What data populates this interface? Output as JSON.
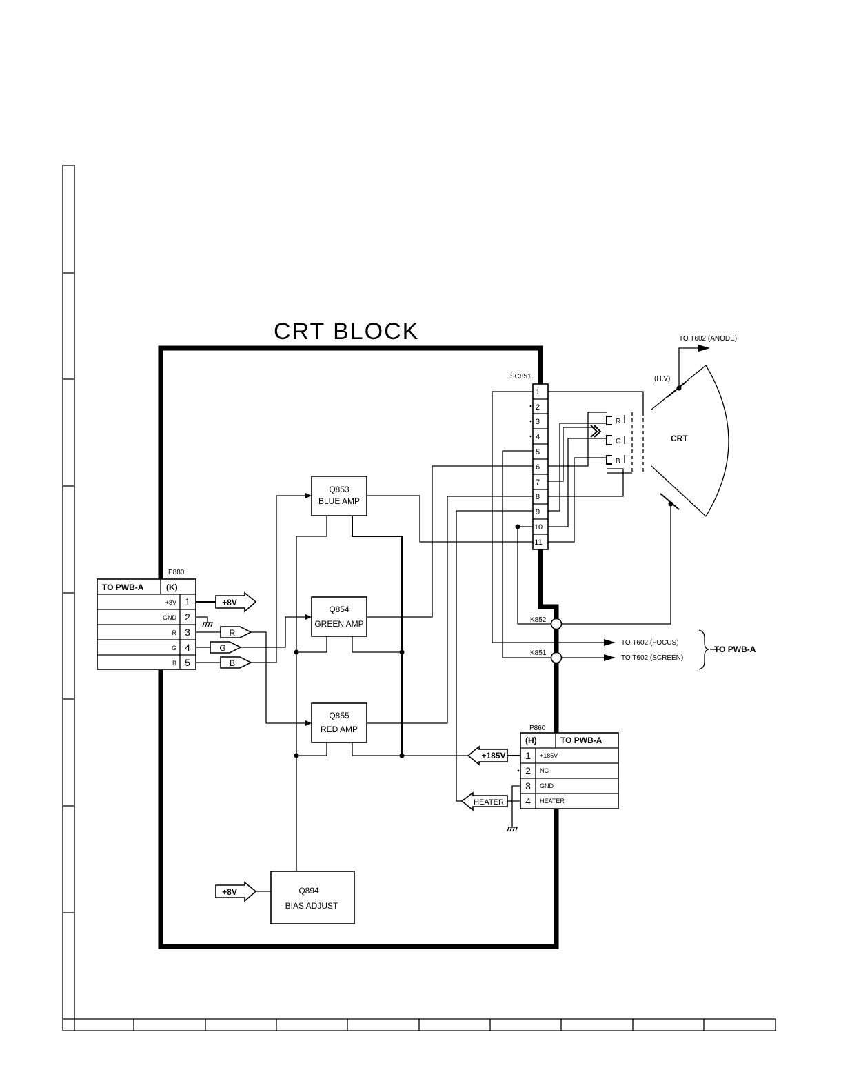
{
  "title": "CRT BLOCK",
  "blocks": {
    "q853": {
      "ref": "Q853",
      "name": "BLUE AMP"
    },
    "q854": {
      "ref": "Q854",
      "name": "GREEN AMP"
    },
    "q855": {
      "ref": "Q855",
      "name": "RED AMP"
    },
    "q894": {
      "ref": "Q894",
      "name": "BIAS ADJUST"
    }
  },
  "p880": {
    "ref": "P880",
    "header_left": "TO PWB-A",
    "header_right": "(K)",
    "pins": [
      {
        "num": "1",
        "label": "+8V"
      },
      {
        "num": "2",
        "label": "GND"
      },
      {
        "num": "3",
        "label": "R"
      },
      {
        "num": "4",
        "label": "G"
      },
      {
        "num": "5",
        "label": "B"
      }
    ]
  },
  "p860": {
    "ref": "P860",
    "header_left": "(H)",
    "header_right": "TO PWB-A",
    "pins": [
      {
        "num": "1",
        "label": "+185V"
      },
      {
        "num": "2",
        "label": "NC"
      },
      {
        "num": "3",
        "label": "GND"
      },
      {
        "num": "4",
        "label": "HEATER"
      }
    ]
  },
  "sc851": {
    "ref": "SC851",
    "pins": [
      "1",
      "2",
      "3",
      "4",
      "5",
      "6",
      "7",
      "8",
      "9",
      "10",
      "11"
    ]
  },
  "flags": {
    "plus8v_top": "+8V",
    "plus8v_bottom": "+8V",
    "r": "R",
    "g": "G",
    "b": "B",
    "plus185v": "+185V",
    "heater": "HEATER"
  },
  "crt": {
    "label": "CRT",
    "hv": "(H.V)",
    "gun_r": "R",
    "gun_g": "G",
    "gun_b": "B"
  },
  "connectors": {
    "k852": "K852",
    "k851": "K851"
  },
  "destinations": {
    "anode": "TO T602 (ANODE)",
    "focus": "TO T602 (FOCUS)",
    "screen": "TO T602 (SCREEN)",
    "pwb_a": "TO PWB-A"
  }
}
